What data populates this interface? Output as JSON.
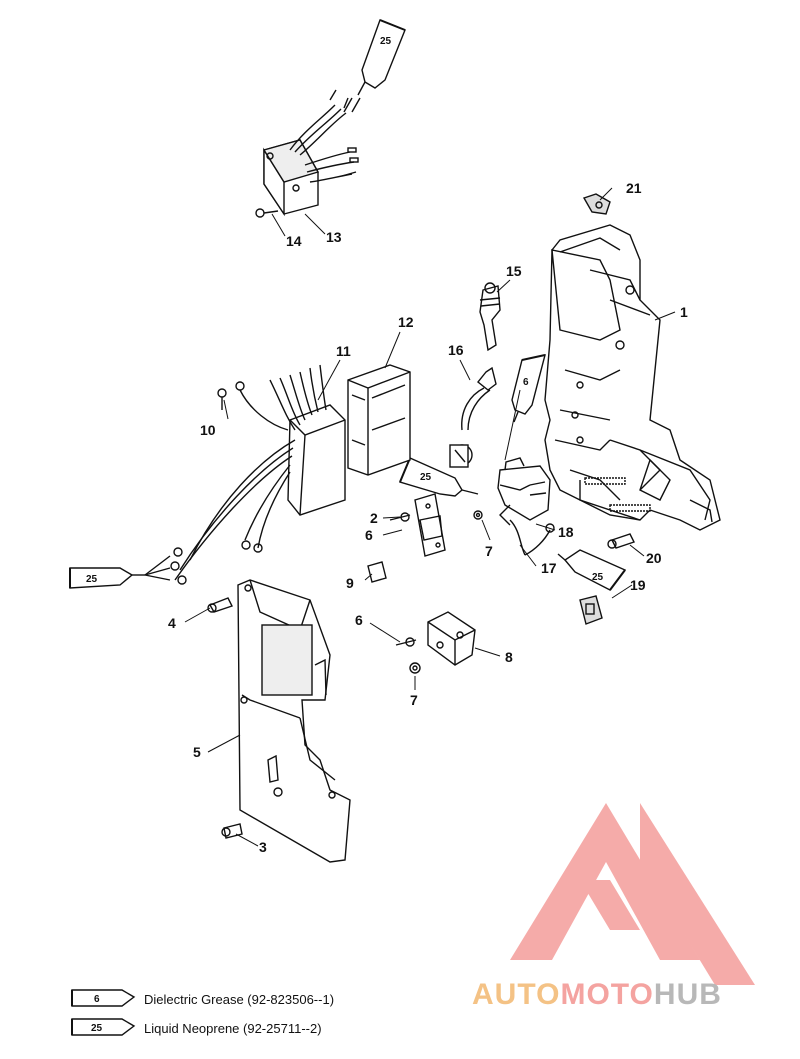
{
  "callouts": [
    "1",
    "2",
    "3",
    "4",
    "5",
    "6",
    "6",
    "7",
    "7",
    "8",
    "9",
    "10",
    "11",
    "12",
    "13",
    "14",
    "15",
    "16",
    "17",
    "18",
    "19",
    "20",
    "21"
  ],
  "tubes": {
    "grease": "6",
    "neoprene": "25"
  },
  "legend": [
    {
      "code": "6",
      "text": "Dielectric Grease (92-823506--1)"
    },
    {
      "code": "25",
      "text": "Liquid Neoprene (92-25711--2)"
    }
  ],
  "watermark": {
    "part1": "AUTO",
    "part2": "MOTO",
    "part3": "HUB",
    "color1": "#f4c285",
    "color2": "#f4a3a0",
    "color3": "#b8b8b8"
  },
  "colors": {
    "line": "#111111",
    "logo": "#f4a3a0"
  }
}
